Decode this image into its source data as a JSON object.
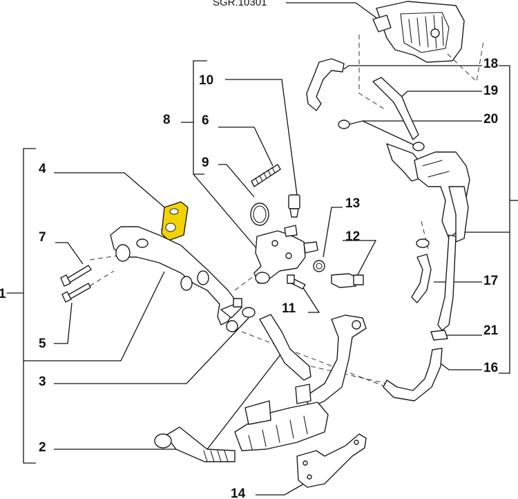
{
  "reference": {
    "text": "SGR.10301"
  },
  "highlight_color": "#f2d300",
  "callouts": {
    "c1": "1",
    "c2": "2",
    "c3": "3",
    "c4": "4",
    "c5": "5",
    "c6": "6",
    "c7": "7",
    "c8": "8",
    "c9": "9",
    "c10": "10",
    "c11": "11",
    "c12": "12",
    "c13": "13",
    "c14": "14",
    "c16": "16",
    "c17": "17",
    "c18": "18",
    "c19": "19",
    "c20": "20",
    "c21": "21"
  }
}
